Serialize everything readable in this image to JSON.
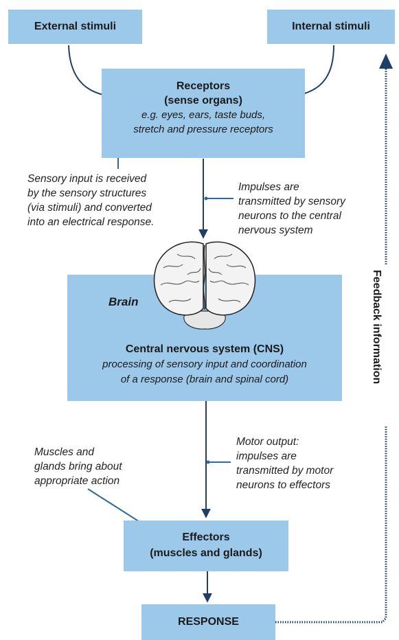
{
  "external_stimuli": "External stimuli",
  "internal_stimuli": "Internal stimuli",
  "receptors": {
    "title": "Receptors",
    "subtitle": "(sense organs)",
    "examples_1": "e.g. eyes, ears, taste buds,",
    "examples_2": "stretch and pressure receptors"
  },
  "sensory_note": [
    "Sensory input is received",
    "by the sensory structures",
    "(via stimuli) and converted",
    "into an electrical response."
  ],
  "impulses_note": [
    "Impulses are",
    "transmitted by sensory",
    "neurons to the central",
    "nervous system"
  ],
  "cns": {
    "brain_label": "Brain",
    "title": "Central nervous system (CNS)",
    "desc_1": "processing of sensory input and coordination",
    "desc_2": "of a response (brain and spinal cord)"
  },
  "muscles_note": [
    "Muscles and",
    "glands bring about",
    "appropriate action"
  ],
  "motor_note": [
    "Motor output:",
    "impulses are",
    "transmitted by motor",
    "neurons to effectors"
  ],
  "effectors": {
    "title": "Effectors",
    "subtitle": "(muscles and glands)"
  },
  "response": "RESPONSE",
  "feedback": "Feedback information",
  "colors": {
    "box_fill": "#9cc8e9",
    "arrow": "#1f3f66",
    "pointer": "#2b6a99"
  }
}
